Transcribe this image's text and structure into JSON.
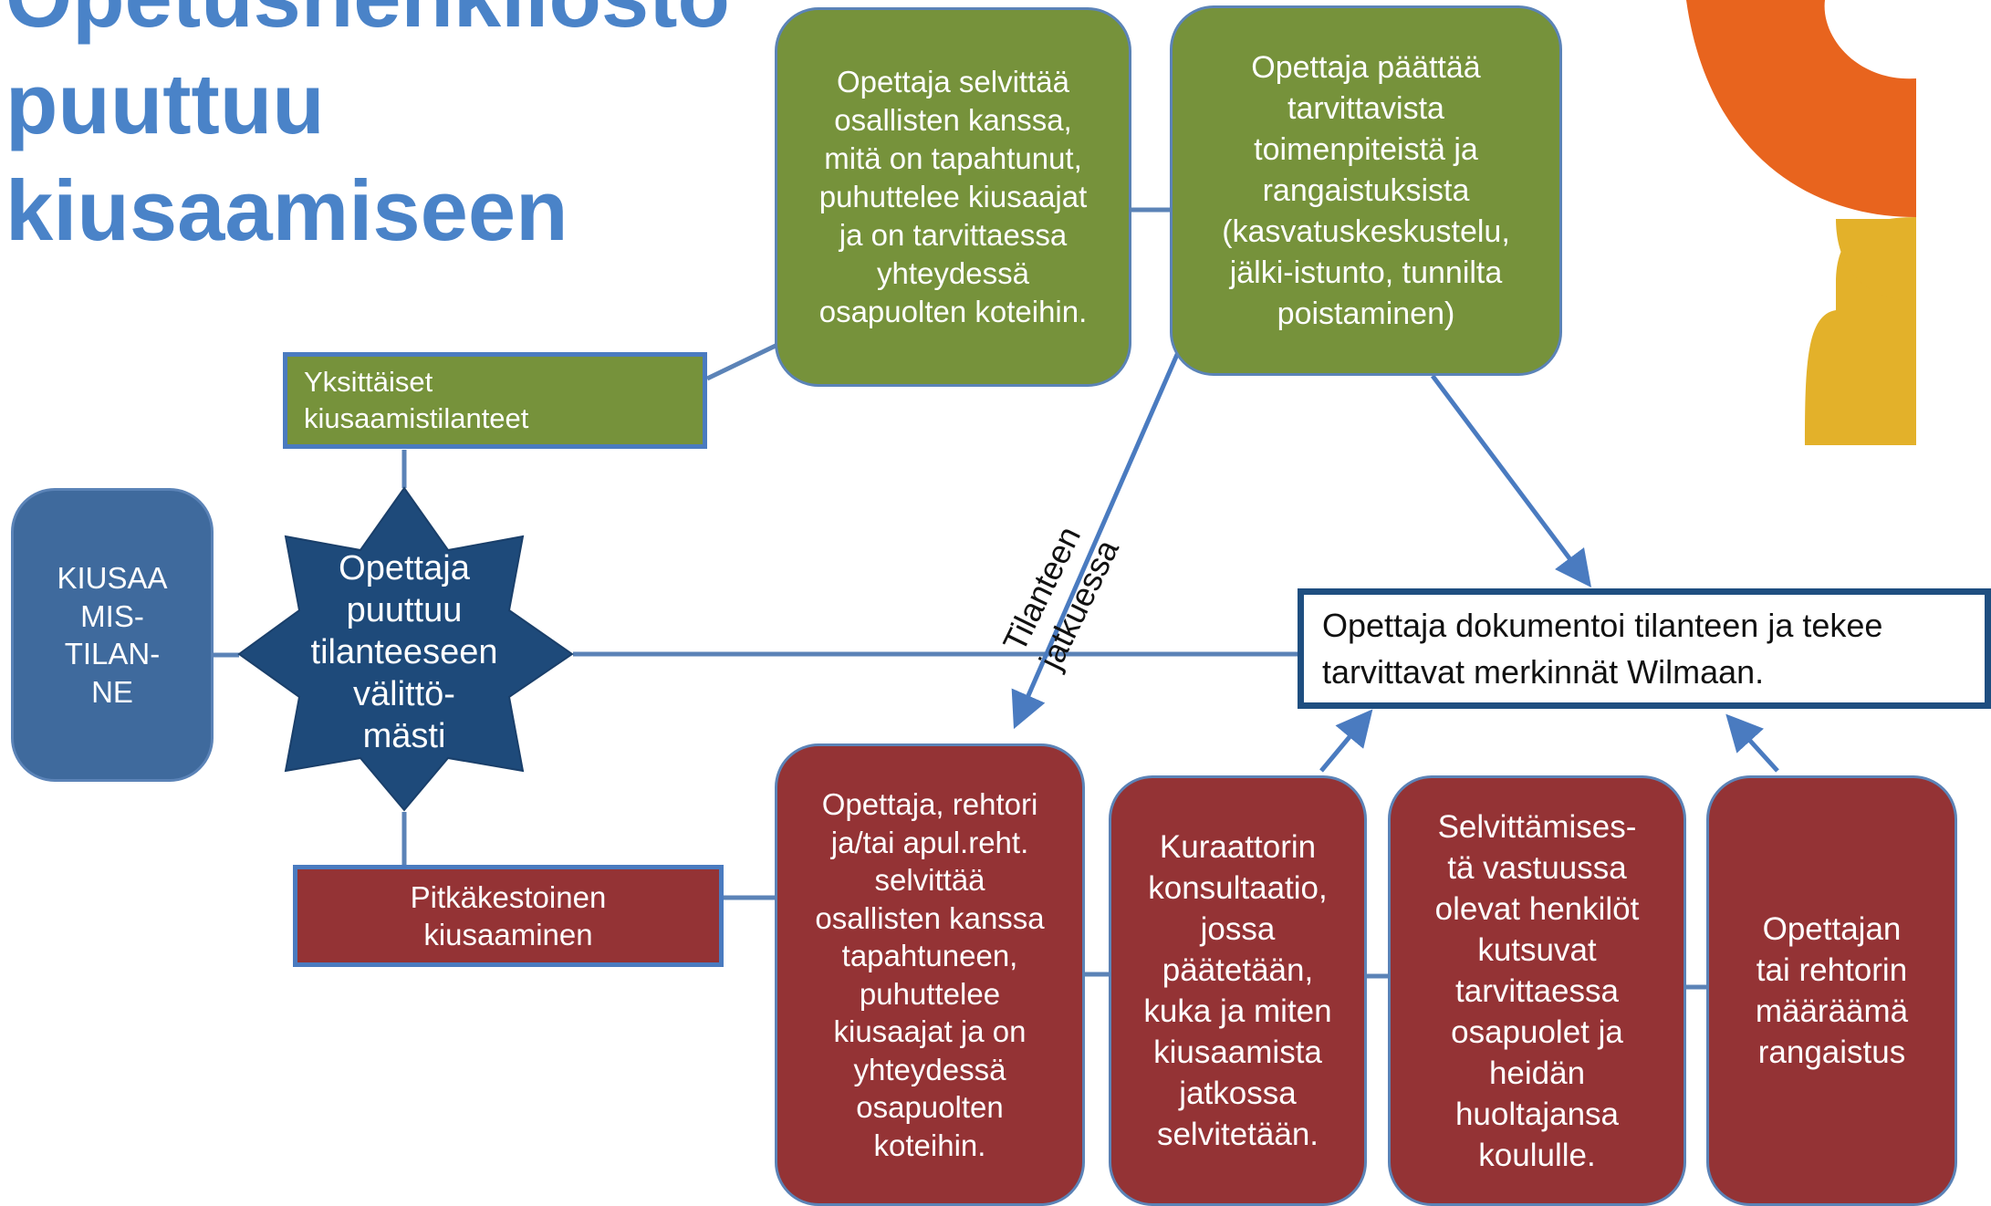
{
  "title": "Opetushenkilöstö\npuuttuu\nkiusaamiseen",
  "colors": {
    "title": "#4a83c8",
    "green": "#76923b",
    "red": "#943335",
    "blue_box": "#3f6a9d",
    "star": "#1e4a7a",
    "connector": "#5b83b7",
    "logo_orange": "#e8641e",
    "logo_yellow": "#e3b12a"
  },
  "nodes": {
    "start": "KIUSAA\nMIS-\nTILAN-\nNE",
    "immediate": "Opettaja\npuuttuu\ntilanteeseen\nvälittö-\nmästi",
    "single": "Yksittäiset\nkiusaamistilanteet",
    "long_term": "Pitkäkestoinen\nkiusaaminen",
    "investigate": "Opettaja selvittää\nosallisten kanssa,\nmitä on tapahtunut,\npuhuttelee kiusaajat\nja on tarvittaessa\nyhteydessä\nosapuolten koteihin.",
    "decide": "Opettaja päättää\ntarvittavista\ntoimenpiteistä ja\nrangaistuksista\n(kasvatuskeskustelu,\njälki-istunto, tunnilta\npoistaminen)",
    "document": "Opettaja dokumentoi tilanteen ja tekee\ntarvittavat merkinnät Wilmaan.",
    "principal": "Opettaja, rehtori\nja/tai apul.reht.\nselvittää\nosallisten kanssa\ntapahtuneen,\npuhuttelee\nkiusaajat ja on\nyhteydessä\nosapuolten\nkoteihin.",
    "curator": "Kuraattorin\nkonsultaatio,\njossa\npäätetään,\nkuka ja miten\nkiusaamista\njatkossa\nselvitetään.",
    "responsible": "Selvittämises-\ntä vastuussa\nolevat henkilöt\nkutsuvat\ntarvittaessa\nosapuolet ja\nheidän\nhuoltajansa\nkoululle.",
    "punishment": "Opettajan\ntai  rehtorin\nmääräämä\nrangaistus"
  },
  "edge_label": "Tilanteen\njatkuessa"
}
